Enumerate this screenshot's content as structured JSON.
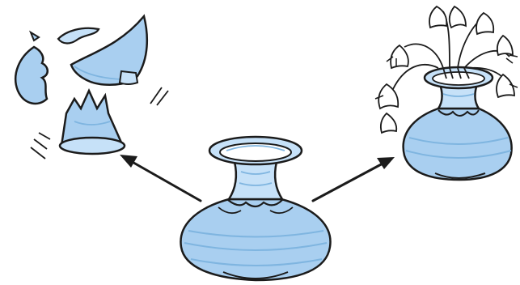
{
  "scene": {
    "items": [
      {
        "id": "broken_vase",
        "name": "broken-vase"
      },
      {
        "id": "center_vase",
        "name": "center-vase"
      },
      {
        "id": "flower_vase",
        "name": "flower-vase"
      }
    ]
  },
  "colors": {
    "outline": "#1b1b1b",
    "vase_fill": "#a9cff0",
    "vase_fill_light": "#c6e1f8",
    "stripe": "#7fb5e0",
    "background": "#ffffff"
  }
}
